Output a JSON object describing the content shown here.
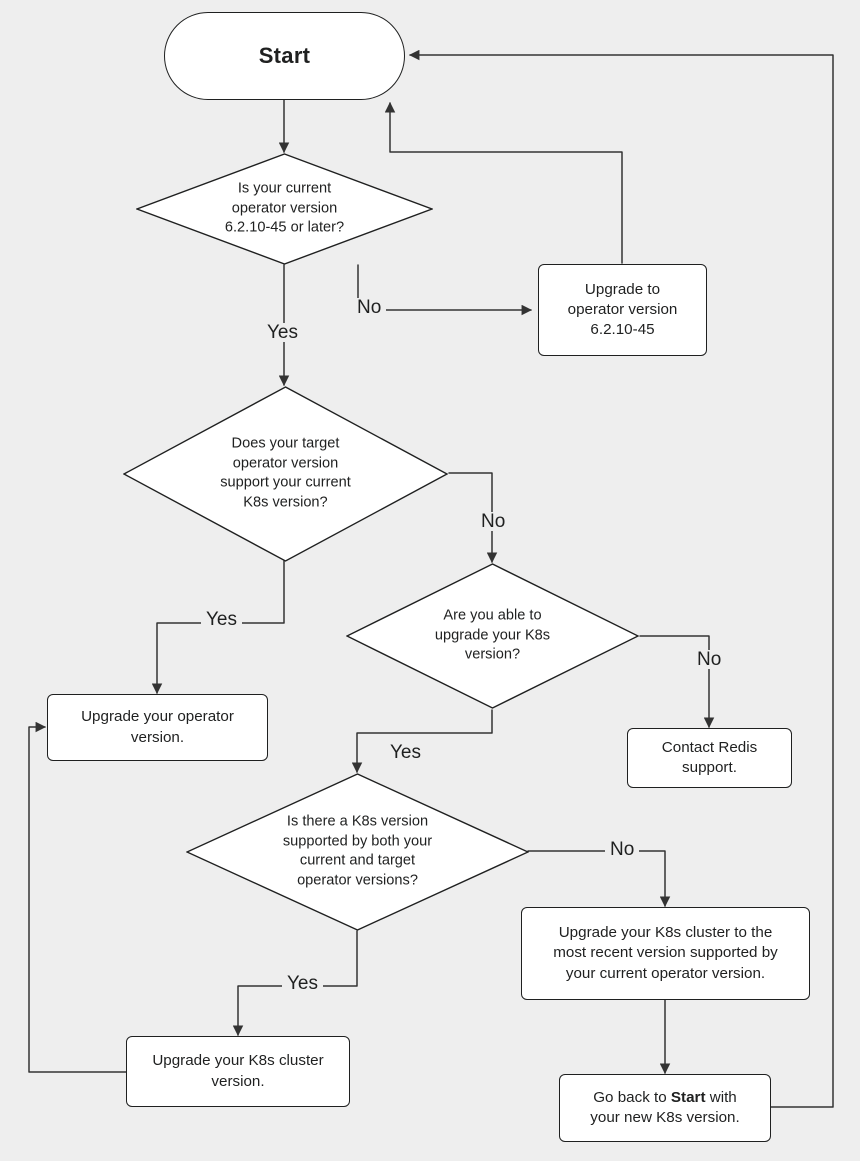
{
  "diagram": {
    "title": "Redis operator and K8s version upgrade decision flowchart",
    "type": "flowchart",
    "background_color": "#eeeeee",
    "node_fill": "#ffffff",
    "node_stroke": "#1f2020",
    "edge_stroke": "#333333"
  },
  "nodes": {
    "start": {
      "label": "Start",
      "shape": "stadium"
    },
    "d1": {
      "shape": "diamond",
      "lines": [
        "Is your current",
        "operator version",
        "6.2.10-45 or later?"
      ]
    },
    "upgrade_operator_version_pinned": {
      "shape": "rect",
      "lines": [
        "Upgrade to",
        "operator version",
        "6.2.10-45"
      ]
    },
    "d2": {
      "shape": "diamond",
      "lines": [
        "Does your target",
        "operator version",
        "support your current",
        "K8s version?"
      ]
    },
    "d3": {
      "shape": "diamond",
      "lines": [
        "Are you able to",
        "upgrade your K8s",
        "version?"
      ]
    },
    "contact_support": {
      "shape": "rect",
      "lines": [
        "Contact Redis",
        "support."
      ]
    },
    "upgrade_operator": {
      "shape": "rect",
      "lines": [
        "Upgrade your operator",
        "version."
      ]
    },
    "d4": {
      "shape": "diamond",
      "lines": [
        "Is there a K8s version",
        "supported by both your",
        "current and target",
        "operator versions?"
      ]
    },
    "upgrade_k8s_most_recent": {
      "shape": "rect",
      "lines": [
        "Upgrade your K8s cluster to the",
        "most recent version supported by",
        "your current operator version."
      ]
    },
    "upgrade_k8s_cluster": {
      "shape": "rect",
      "lines": [
        "Upgrade your K8s cluster",
        "version."
      ]
    },
    "go_back_start": {
      "shape": "rect",
      "prefix": "Go back to ",
      "bold": "Start",
      "suffix": " with",
      "line2": "your new K8s version."
    }
  },
  "edge_labels": {
    "d1_no": "No",
    "d1_yes": "Yes",
    "d2_no": "No",
    "d2_yes": "Yes",
    "d3_no": "No",
    "d3_yes": "Yes",
    "d4_no": "No",
    "d4_yes": "Yes"
  }
}
